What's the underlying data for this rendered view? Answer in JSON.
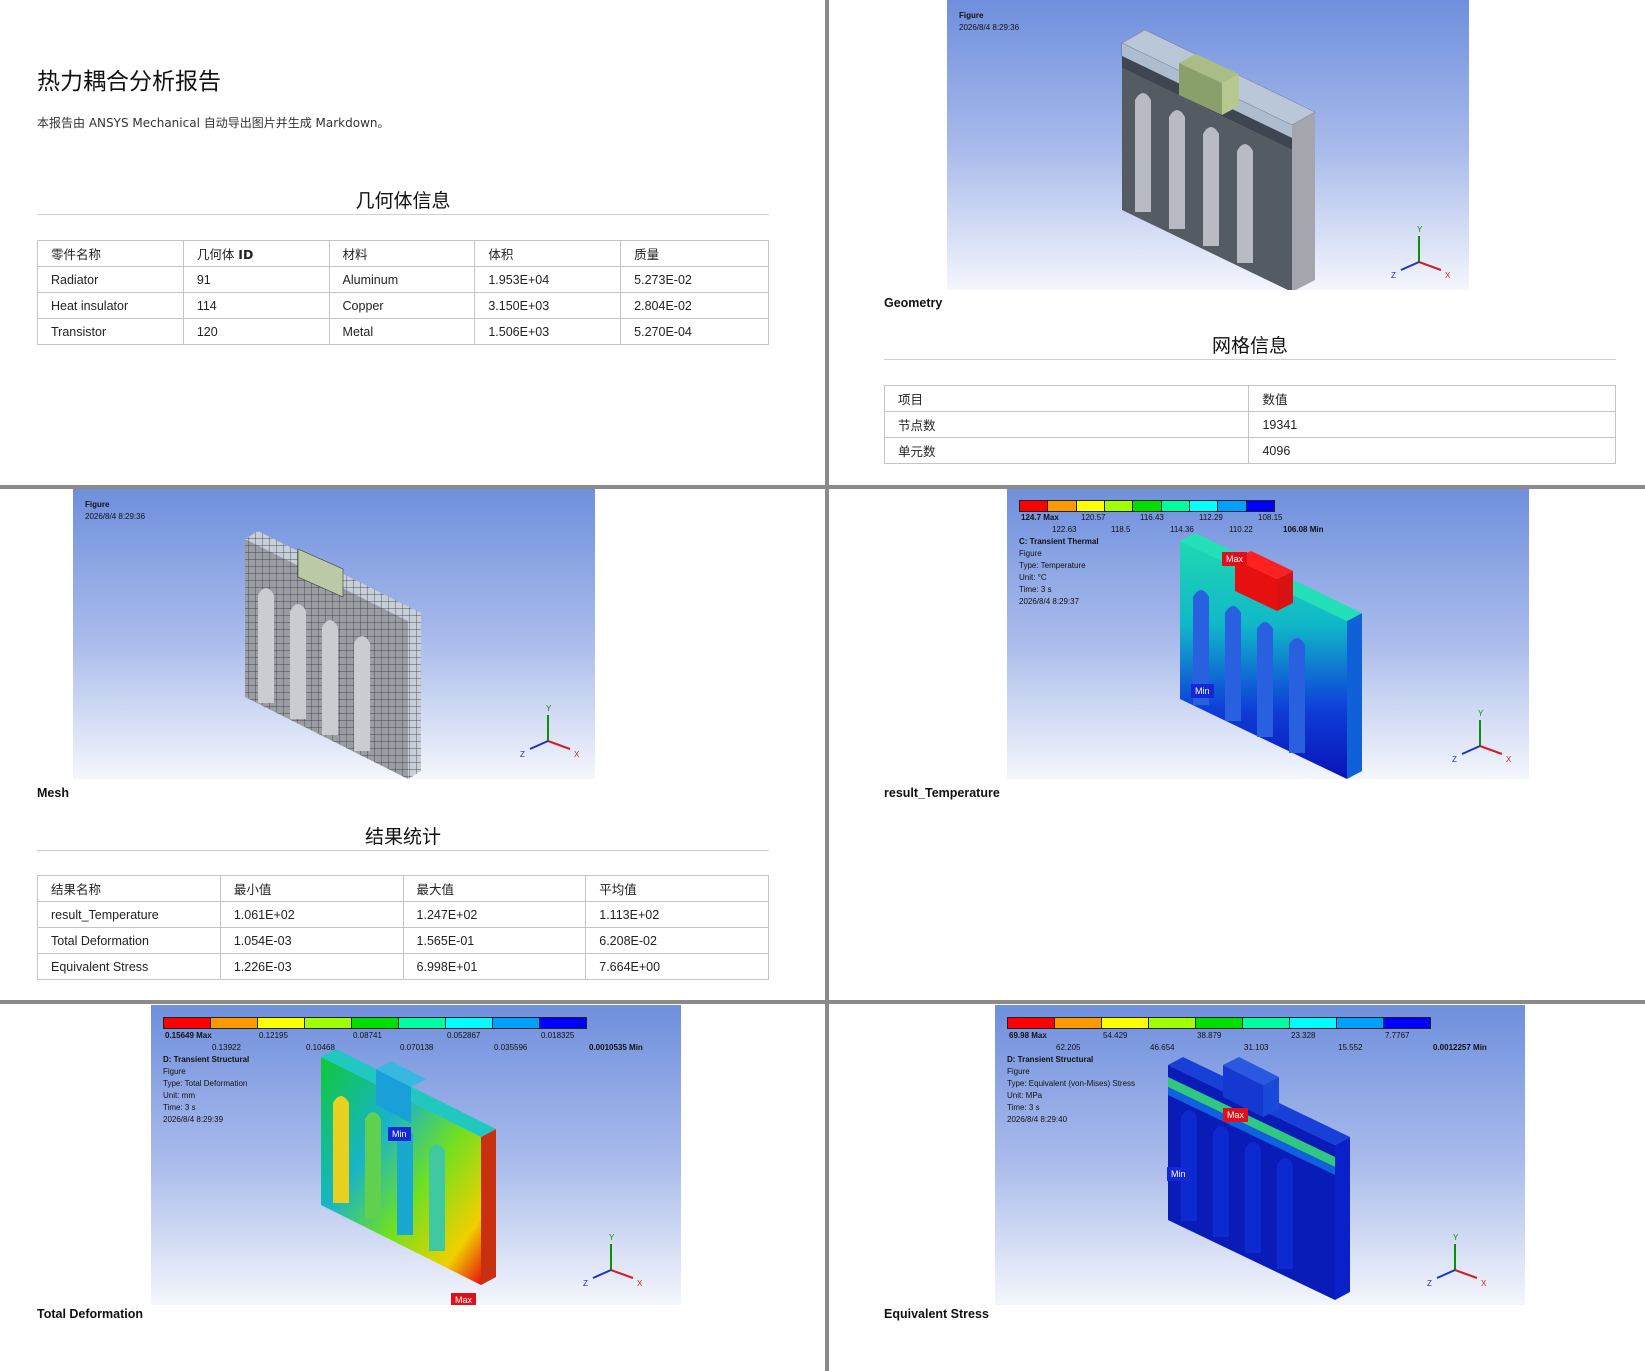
{
  "report": {
    "title": "热力耦合分析报告",
    "subtitle": "本报告由 ANSYS Mechanical 自动导出图片并生成 Markdown。"
  },
  "geometry_section": {
    "heading": "几何体信息",
    "headers": [
      "零件名称",
      "几何体 ",
      "ID",
      "材料",
      "体积",
      "质量"
    ],
    "rows": [
      [
        "Radiator",
        "91",
        "Aluminum",
        "1.953E+04",
        "5.273E-02"
      ],
      [
        "Heat insulator",
        "114",
        "Copper",
        "3.150E+03",
        "2.804E-02"
      ],
      [
        "Transistor",
        "120",
        "Metal",
        "1.506E+03",
        "5.270E-04"
      ]
    ]
  },
  "mesh_section": {
    "heading": "网格信息",
    "headers": [
      "项目",
      "数值"
    ],
    "rows": [
      [
        "节点数",
        "19341"
      ],
      [
        "单元数",
        "4096"
      ]
    ]
  },
  "results_section": {
    "heading": "结果统计",
    "headers": [
      "结果名称",
      "最小值",
      "最大值",
      "平均值"
    ],
    "rows": [
      [
        "result_Temperature",
        "1.061E+02",
        "1.247E+02",
        "1.113E+02"
      ],
      [
        "Total Deformation",
        "1.054E-03",
        "1.565E-01",
        "6.208E-02"
      ],
      [
        "Equivalent Stress",
        "1.226E-03",
        "6.998E+01",
        "7.664E+00"
      ]
    ]
  },
  "figures": {
    "geometry": {
      "caption": "Geometry",
      "name": "Figure",
      "date": "2026/8/4 8:29:36"
    },
    "mesh": {
      "caption": "Mesh",
      "name": "Figure",
      "date": "2026/8/4 8:29:36"
    },
    "temperature": {
      "caption": "result_Temperature",
      "max_label": "124.7 Max",
      "min_label": "106.08 Min",
      "top_labels": [
        "120.57",
        "116.43",
        "112.29",
        "108.15"
      ],
      "bottom_labels": [
        "122.63",
        "118.5",
        "114.36",
        "110.22"
      ],
      "analysis": "C: Transient Thermal",
      "lines": [
        "Figure",
        "Type: Temperature",
        "Unit: °C",
        "Time: 3 s",
        "2026/8/4 8:29:37"
      ]
    },
    "deformation": {
      "caption": "Total Deformation",
      "max_label": "0.15649 Max",
      "min_label": "0.0010535 Min",
      "top_labels": [
        "0.12195",
        "0.08741",
        "0.052867",
        "0.018325"
      ],
      "bottom_labels": [
        "0.13922",
        "0.10468",
        "0.070138",
        "0.035596"
      ],
      "analysis": "D: Transient Structural",
      "lines": [
        "Figure",
        "Type: Total Deformation",
        "Unit: mm",
        "Time: 3 s",
        "2026/8/4 8:29:39"
      ]
    },
    "stress": {
      "caption": "Equivalent Stress",
      "max_label": "69.98 Max",
      "min_label": "0.0012257 Min",
      "top_labels": [
        "54.429",
        "38.879",
        "23.328",
        "7.7767"
      ],
      "bottom_labels": [
        "62.205",
        "46.654",
        "31.103",
        "15.552"
      ],
      "analysis": "D: Transient Structural",
      "lines": [
        "Figure",
        "Type: Equivalent (von-Mises) Stress",
        "Unit: MPa",
        "Time: 3 s",
        "2026/8/4 8:29:40"
      ]
    },
    "probe_max": "Max",
    "probe_min": "Min",
    "axis": {
      "x": "X",
      "y": "Y",
      "z": "Z"
    },
    "legend_colors": [
      "#ff0000",
      "#ff9900",
      "#ffff00",
      "#a0ff00",
      "#00e000",
      "#00ffa0",
      "#00ffff",
      "#00a0ff",
      "#0000ff"
    ]
  }
}
